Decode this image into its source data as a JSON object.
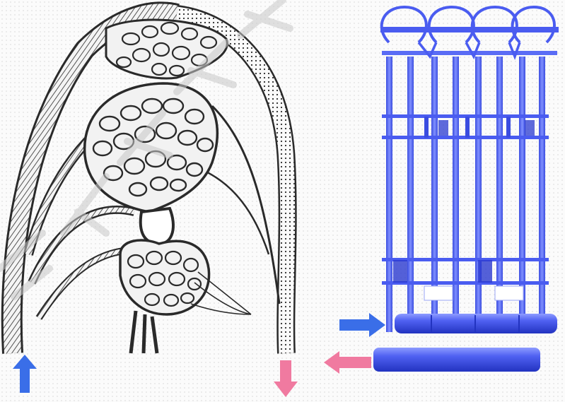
{
  "figure": {
    "left_panel": {
      "name": "hand-drawn-vessel-network"
    },
    "right_panel": {
      "name": "blue-tube-array-schematic"
    }
  },
  "colors": {
    "ink": "#2a2a2a",
    "tube_blue": "#4a5cf0",
    "tube_blue_dark": "#2a3ad0",
    "arrow_in": "#3a6ee8",
    "arrow_out": "#f07aa0",
    "watermark": "#c8c8c8"
  },
  "arrows": [
    {
      "name": "inflow-arrow-left",
      "direction": "up",
      "color": "blue"
    },
    {
      "name": "outflow-arrow-left",
      "direction": "down",
      "color": "pink"
    },
    {
      "name": "inflow-arrow-right",
      "direction": "right",
      "color": "blue"
    },
    {
      "name": "outflow-arrow-right",
      "direction": "left",
      "color": "pink"
    }
  ]
}
